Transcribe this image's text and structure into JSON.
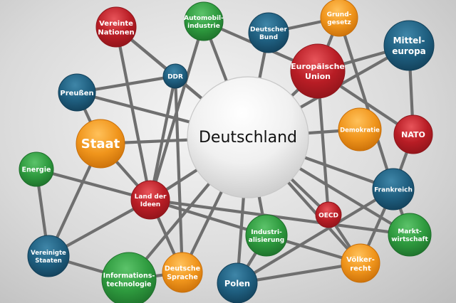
{
  "title": "Deutschland",
  "colors": {
    "red": "#c8232c",
    "green": "#2e9a3e",
    "blue": "#1f5f80",
    "orange": "#f0951c",
    "white": "#f4f4f4",
    "edge": "#6f6f6f"
  },
  "nodes": [
    {
      "id": "deutschland",
      "lines": [
        "Deutschland"
      ],
      "color": "white"
    },
    {
      "id": "vn",
      "lines": [
        "Vereinte",
        "Nationen"
      ],
      "color": "red"
    },
    {
      "id": "auto",
      "lines": [
        "Automobil-",
        "industrie"
      ],
      "color": "green"
    },
    {
      "id": "db",
      "lines": [
        "Deutscher",
        "Bund"
      ],
      "color": "blue"
    },
    {
      "id": "gg",
      "lines": [
        "Grund-",
        "gesetz"
      ],
      "color": "orange"
    },
    {
      "id": "me",
      "lines": [
        "Mittel-",
        "europa"
      ],
      "color": "blue"
    },
    {
      "id": "eu",
      "lines": [
        "Europäische",
        "Union"
      ],
      "color": "red"
    },
    {
      "id": "ddr",
      "lines": [
        "DDR"
      ],
      "color": "blue"
    },
    {
      "id": "preussen",
      "lines": [
        "Preußen"
      ],
      "color": "blue"
    },
    {
      "id": "staat",
      "lines": [
        "Staat"
      ],
      "color": "orange"
    },
    {
      "id": "demo",
      "lines": [
        "Demokratie"
      ],
      "color": "orange"
    },
    {
      "id": "nato",
      "lines": [
        "NATO"
      ],
      "color": "red"
    },
    {
      "id": "energie",
      "lines": [
        "Energie"
      ],
      "color": "green"
    },
    {
      "id": "ldi",
      "lines": [
        "Land der",
        "Ideen"
      ],
      "color": "red"
    },
    {
      "id": "fr",
      "lines": [
        "Frankreich"
      ],
      "color": "blue"
    },
    {
      "id": "oecd",
      "lines": [
        "OECD"
      ],
      "color": "red"
    },
    {
      "id": "ind",
      "lines": [
        "Industri-",
        "alisierung"
      ],
      "color": "green"
    },
    {
      "id": "mw",
      "lines": [
        "Markt-",
        "wirtschaft"
      ],
      "color": "green"
    },
    {
      "id": "vs",
      "lines": [
        "Vereinigte",
        "Staaten"
      ],
      "color": "blue"
    },
    {
      "id": "it",
      "lines": [
        "Informations-",
        "technologie"
      ],
      "color": "green"
    },
    {
      "id": "ds",
      "lines": [
        "Deutsche",
        "Sprache"
      ],
      "color": "orange"
    },
    {
      "id": "polen",
      "lines": [
        "Polen"
      ],
      "color": "blue"
    },
    {
      "id": "vr",
      "lines": [
        "Völker-",
        "recht"
      ],
      "color": "orange"
    }
  ],
  "edges": [
    [
      "vn",
      "ddr"
    ],
    [
      "vn",
      "deutschland"
    ],
    [
      "vn",
      "ldi"
    ],
    [
      "auto",
      "ldi"
    ],
    [
      "auto",
      "deutschland"
    ],
    [
      "auto",
      "eu"
    ],
    [
      "preussen",
      "ddr"
    ],
    [
      "preussen",
      "deutschland"
    ],
    [
      "preussen",
      "staat"
    ],
    [
      "ddr",
      "deutschland"
    ],
    [
      "ddr",
      "ldi"
    ],
    [
      "ddr",
      "ds"
    ],
    [
      "db",
      "gg"
    ],
    [
      "db",
      "deutschland"
    ],
    [
      "gg",
      "eu"
    ],
    [
      "gg",
      "fr"
    ],
    [
      "eu",
      "me"
    ],
    [
      "eu",
      "deutschland"
    ],
    [
      "eu",
      "nato"
    ],
    [
      "eu",
      "oecd"
    ],
    [
      "me",
      "nato"
    ],
    [
      "me",
      "deutschland"
    ],
    [
      "staat",
      "deutschland"
    ],
    [
      "staat",
      "ldi"
    ],
    [
      "staat",
      "vs"
    ],
    [
      "energie",
      "ldi"
    ],
    [
      "energie",
      "vs"
    ],
    [
      "ldi",
      "vs"
    ],
    [
      "ldi",
      "deutschland"
    ],
    [
      "ldi",
      "ds"
    ],
    [
      "ldi",
      "mw"
    ],
    [
      "deutschland",
      "demo"
    ],
    [
      "deutschland",
      "fr"
    ],
    [
      "deutschland",
      "oecd"
    ],
    [
      "deutschland",
      "ind"
    ],
    [
      "deutschland",
      "polen"
    ],
    [
      "deutschland",
      "it"
    ],
    [
      "deutschland",
      "ds"
    ],
    [
      "deutschland",
      "mw"
    ],
    [
      "deutschland",
      "vr"
    ],
    [
      "nato",
      "fr"
    ],
    [
      "fr",
      "polen"
    ],
    [
      "fr",
      "vr"
    ],
    [
      "fr",
      "mw"
    ],
    [
      "oecd",
      "vr"
    ],
    [
      "ind",
      "vr"
    ],
    [
      "ind",
      "polen"
    ],
    [
      "ind",
      "ldi"
    ],
    [
      "vs",
      "it"
    ],
    [
      "it",
      "ds"
    ],
    [
      "polen",
      "vr"
    ]
  ]
}
